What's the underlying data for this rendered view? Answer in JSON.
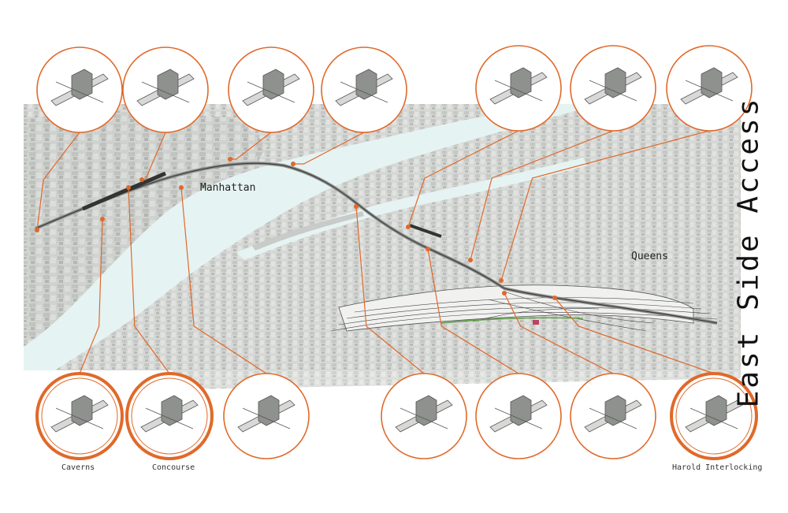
{
  "title": "East Side Access",
  "map_labels": {
    "manhattan": "Manhattan",
    "queens": "Queens"
  },
  "callout_labels": {
    "caverns": "Caverns",
    "concourse": "Concourse",
    "harold": "Harold Interlocking"
  },
  "colors": {
    "accent": "#e0692a",
    "river": "#e8f4f4",
    "land": "#d4d6d3",
    "land_dark": "#b9bcb8",
    "structure": "#9a9d9a"
  }
}
